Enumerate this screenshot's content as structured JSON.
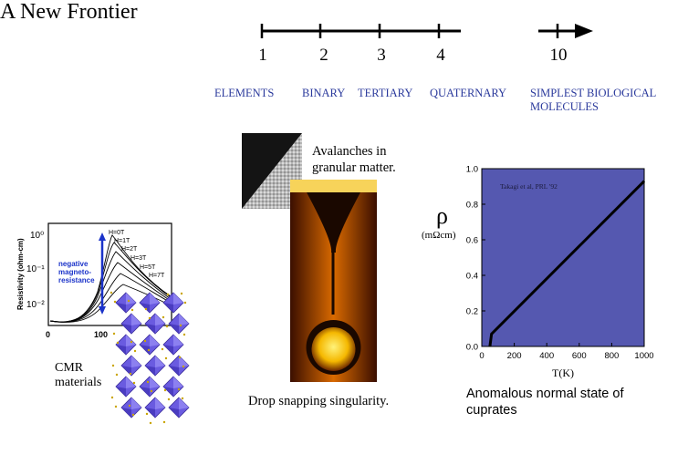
{
  "slide": {
    "title": "A New Frontier",
    "timeline": {
      "numbers": [
        "1",
        "2",
        "3",
        "4",
        "10"
      ],
      "categories": [
        "ELEMENTS",
        "BINARY",
        "TERTIARY",
        "QUATERNARY",
        "SIMPLEST BIOLOGICAL",
        "MOLECULES"
      ]
    },
    "cmr": {
      "ylabel": "Resistivity (ohm-cm)",
      "yticks": [
        "10⁰",
        "10⁻¹",
        "10⁻²"
      ],
      "xticks": [
        "0",
        "100"
      ],
      "annotation_lines": [
        "negative",
        "magneto-",
        "resistance"
      ],
      "field_labels": [
        "H=0T",
        "H=1T",
        "H=2T",
        "H=3T",
        "H=5T",
        "H=7T"
      ],
      "caption_lines": [
        "CMR",
        "materials"
      ]
    },
    "granular": {
      "caption_lines": [
        "Avalanches in",
        "granular matter."
      ]
    },
    "drop": {
      "caption": "Drop snapping singularity."
    },
    "cuprate": {
      "caption_lines": [
        "Anomalous normal state of",
        "cuprates"
      ]
    },
    "colors": {
      "timeline_label": "#2b3a9c",
      "plot_background": "#5558b0",
      "crystal": "#6a5be0"
    }
  },
  "chart_data": {
    "type": "line",
    "x": [
      50,
      60,
      1000
    ],
    "y": [
      0.0,
      0.07,
      0.93
    ],
    "xlim": [
      0,
      1000
    ],
    "ylim": [
      0,
      1.0
    ],
    "xticks": [
      0,
      200,
      400,
      600,
      800,
      1000
    ],
    "yticks": [
      0.0,
      0.2,
      0.4,
      0.6,
      0.8,
      1.0
    ],
    "xlabel": "T(K)",
    "ylabel_symbol": "ρ",
    "ylabel_unit": "(mΩcm)",
    "annotation": "Takagi et al, PRL '92",
    "background_color": "#5558b0",
    "line_color": "#000000"
  }
}
